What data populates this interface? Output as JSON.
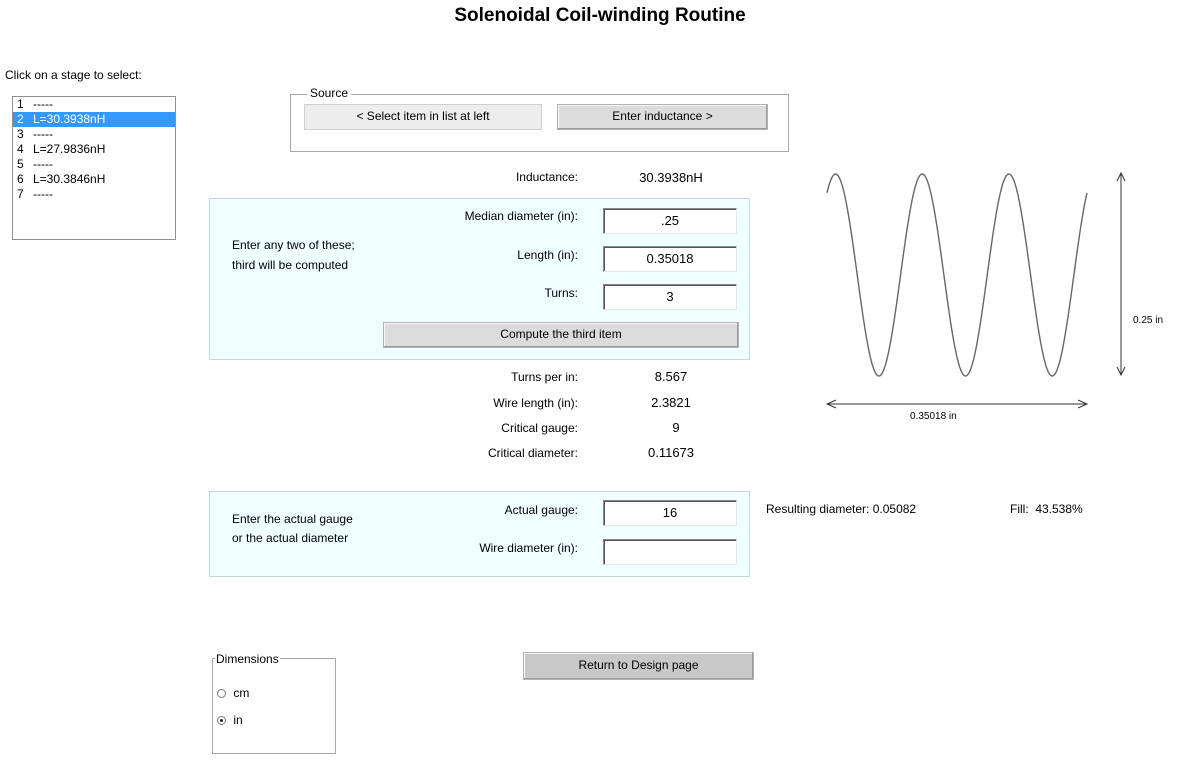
{
  "title": "Solenoidal Coil-winding Routine",
  "stage_prompt": "Click on a stage to select:",
  "stages": [
    {
      "num": "1",
      "label": "-----"
    },
    {
      "num": "2",
      "label": "L=30.3938nH"
    },
    {
      "num": "3",
      "label": "-----"
    },
    {
      "num": "4",
      "label": "L=27.9836nH"
    },
    {
      "num": "5",
      "label": "-----"
    },
    {
      "num": "6",
      "label": "L=30.3846nH"
    },
    {
      "num": "7",
      "label": "-----"
    }
  ],
  "selected_stage": "2",
  "source": {
    "label": "Source",
    "select_button": "< Select item in list at left",
    "enter_button": "Enter inductance >"
  },
  "inductance": {
    "label": "Inductance:",
    "value": "30.3938nH"
  },
  "geometry": {
    "instructions_line1": "Enter any two of these;",
    "instructions_line2": "third will be computed",
    "median_diameter": {
      "label": "Median diameter (in):",
      "value": ".25"
    },
    "length": {
      "label": "Length (in):",
      "value": "0.35018"
    },
    "turns": {
      "label": "Turns:",
      "value": "3"
    },
    "compute_button": "Compute the third item"
  },
  "results": {
    "turns_per_in": {
      "label": "Turns per in:",
      "value": "8.567"
    },
    "wire_length": {
      "label": "Wire length (in):",
      "value": "2.3821"
    },
    "critical_gauge": {
      "label": "Critical gauge:",
      "value": "9"
    },
    "critical_diameter": {
      "label": "Critical diameter:",
      "value": "0.11673"
    }
  },
  "wire": {
    "instructions_line1": "Enter the actual gauge",
    "instructions_line2": "or the actual diameter",
    "actual_gauge": {
      "label": "Actual gauge:",
      "value": "16"
    },
    "wire_diameter": {
      "label": "Wire diameter (in):",
      "value": ""
    },
    "resulting_diameter": "Resulting diameter: 0.05082",
    "fill": "Fill:  43.538%"
  },
  "diagram": {
    "height_label": "0.25 in",
    "length_label": "0.35018 in",
    "turns": 3
  },
  "return_button": "Return to Design page",
  "dimensions": {
    "label": "Dimensions",
    "options": [
      "cm",
      "in"
    ],
    "selected": "in"
  }
}
